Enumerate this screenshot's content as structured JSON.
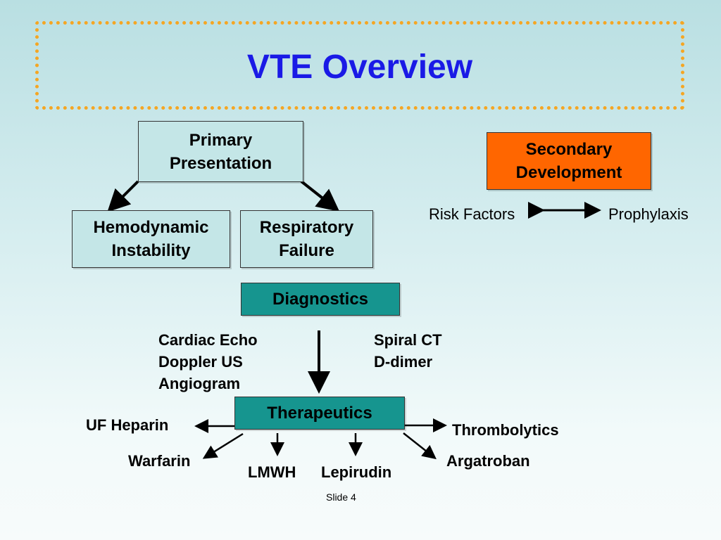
{
  "title": "VTE Overview",
  "boxes": {
    "primary": "Primary\nPresentation",
    "hemodynamic": "Hemodynamic\nInstability",
    "respiratory": "Respiratory\nFailure",
    "secondary": "Secondary\nDevelopment",
    "diagnostics": "Diagnostics",
    "therapeutics": "Therapeutics"
  },
  "secondary_links": {
    "left": "Risk Factors",
    "right": "Prophylaxis"
  },
  "diagnostic_tests": {
    "left": [
      "Cardiac Echo",
      "Doppler US",
      "Angiogram"
    ],
    "right": [
      "Spiral CT",
      "D-dimer"
    ]
  },
  "treatments": {
    "uf_heparin": "UF Heparin",
    "thrombolytics": "Thrombolytics",
    "warfarin": "Warfarin",
    "argatroban": "Argatroban",
    "lmwh": "LMWH",
    "lepirudin": "Lepirudin"
  },
  "footer": {
    "slide": "Slide 4"
  },
  "colors": {
    "title": "#1a1ae6",
    "title_frame": "#f5a623",
    "light_box": "#c4e6e7",
    "teal_box": "#16958f",
    "orange_box": "#ff6600"
  }
}
